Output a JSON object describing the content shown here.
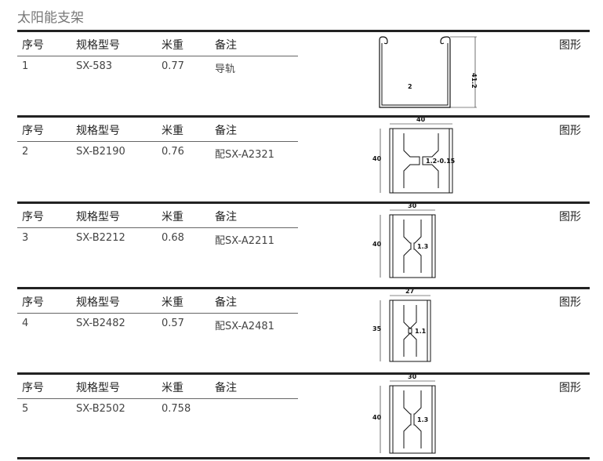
{
  "title": "太阳能支架",
  "headers": {
    "no": "序号",
    "model": "规格型号",
    "weight": "米重",
    "note": "备注",
    "figure": "图形"
  },
  "rows": [
    {
      "no": "1",
      "model": "SX-583",
      "weight": "0.77",
      "note": "导轨",
      "dims": [
        "41.2",
        "41.2",
        "2"
      ]
    },
    {
      "no": "2",
      "model": "SX-B2190",
      "weight": "0.76",
      "note": "配SX-A2321",
      "dims": [
        "40",
        "40",
        "1.2-0.15"
      ]
    },
    {
      "no": "3",
      "model": "SX-B2212",
      "weight": "0.68",
      "note": "配SX-A2211",
      "dims": [
        "30",
        "40",
        "1.3"
      ]
    },
    {
      "no": "4",
      "model": "SX-B2482",
      "weight": "0.57",
      "note": "配SX-A2481",
      "dims": [
        "27",
        "35",
        "1.1"
      ]
    },
    {
      "no": "5",
      "model": "SX-B2502",
      "weight": "0.758",
      "note": "",
      "dims": [
        "30",
        "40",
        "1.3"
      ]
    }
  ]
}
